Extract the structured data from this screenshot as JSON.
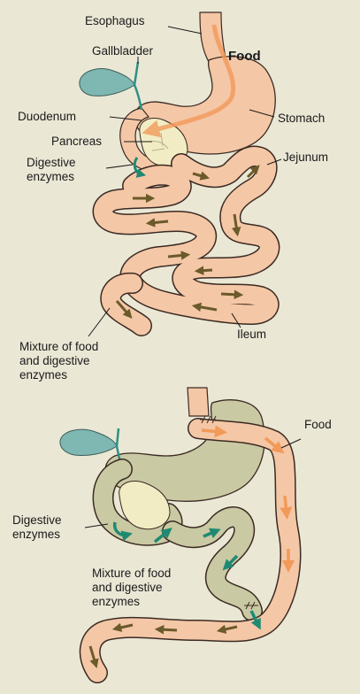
{
  "top": {
    "labels": {
      "esophagus": "Esophagus",
      "gallbladder": "Gallbladder",
      "food": "Food",
      "duodenum": "Duodenum",
      "stomach": "Stomach",
      "pancreas": "Pancreas",
      "digestive_enzymes_1": "Digestive",
      "digestive_enzymes_2": "enzymes",
      "jejunum": "Jejunum",
      "ileum": "Ileum",
      "mixture_1": "Mixture of food",
      "mixture_2": "and digestive",
      "mixture_3": "enzymes"
    }
  },
  "bottom": {
    "labels": {
      "food": "Food",
      "digestive_enzymes_1": "Digestive",
      "digestive_enzymes_2": "enzymes",
      "mixture_1": "Mixture of food",
      "mixture_2": "and digestive",
      "mixture_3": "enzymes"
    }
  },
  "colors": {
    "background": "#eae7d5",
    "intestine_fill": "#f4c7a6",
    "intestine_stroke": "#3b2a22",
    "bypassed_fill": "#c9c9a3",
    "gallbladder": "#7fb7b2",
    "pancreas": "#f1ecc4",
    "food_arrow": "#f29a5a",
    "mix_arrow": "#6b5a2a",
    "enzyme_arrow": "#1f8a72"
  }
}
